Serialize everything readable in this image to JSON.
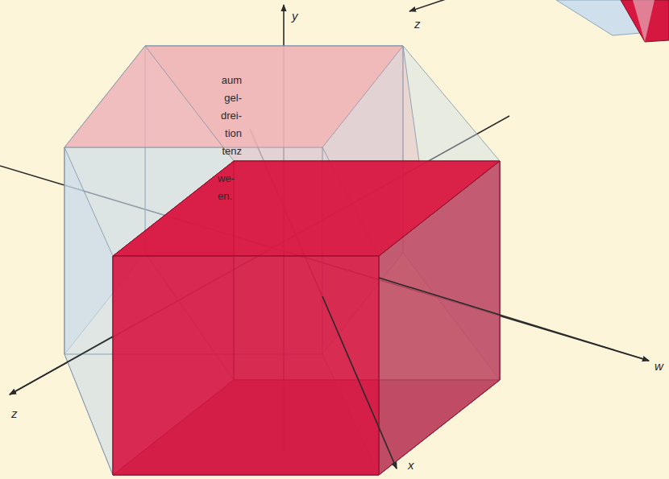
{
  "diagram": {
    "labels": [
      "y",
      "z",
      "aum",
      "gel-",
      "drei-",
      "tion",
      "tenz",
      "we-",
      "en.",
      "w",
      "z",
      "x"
    ]
  }
}
